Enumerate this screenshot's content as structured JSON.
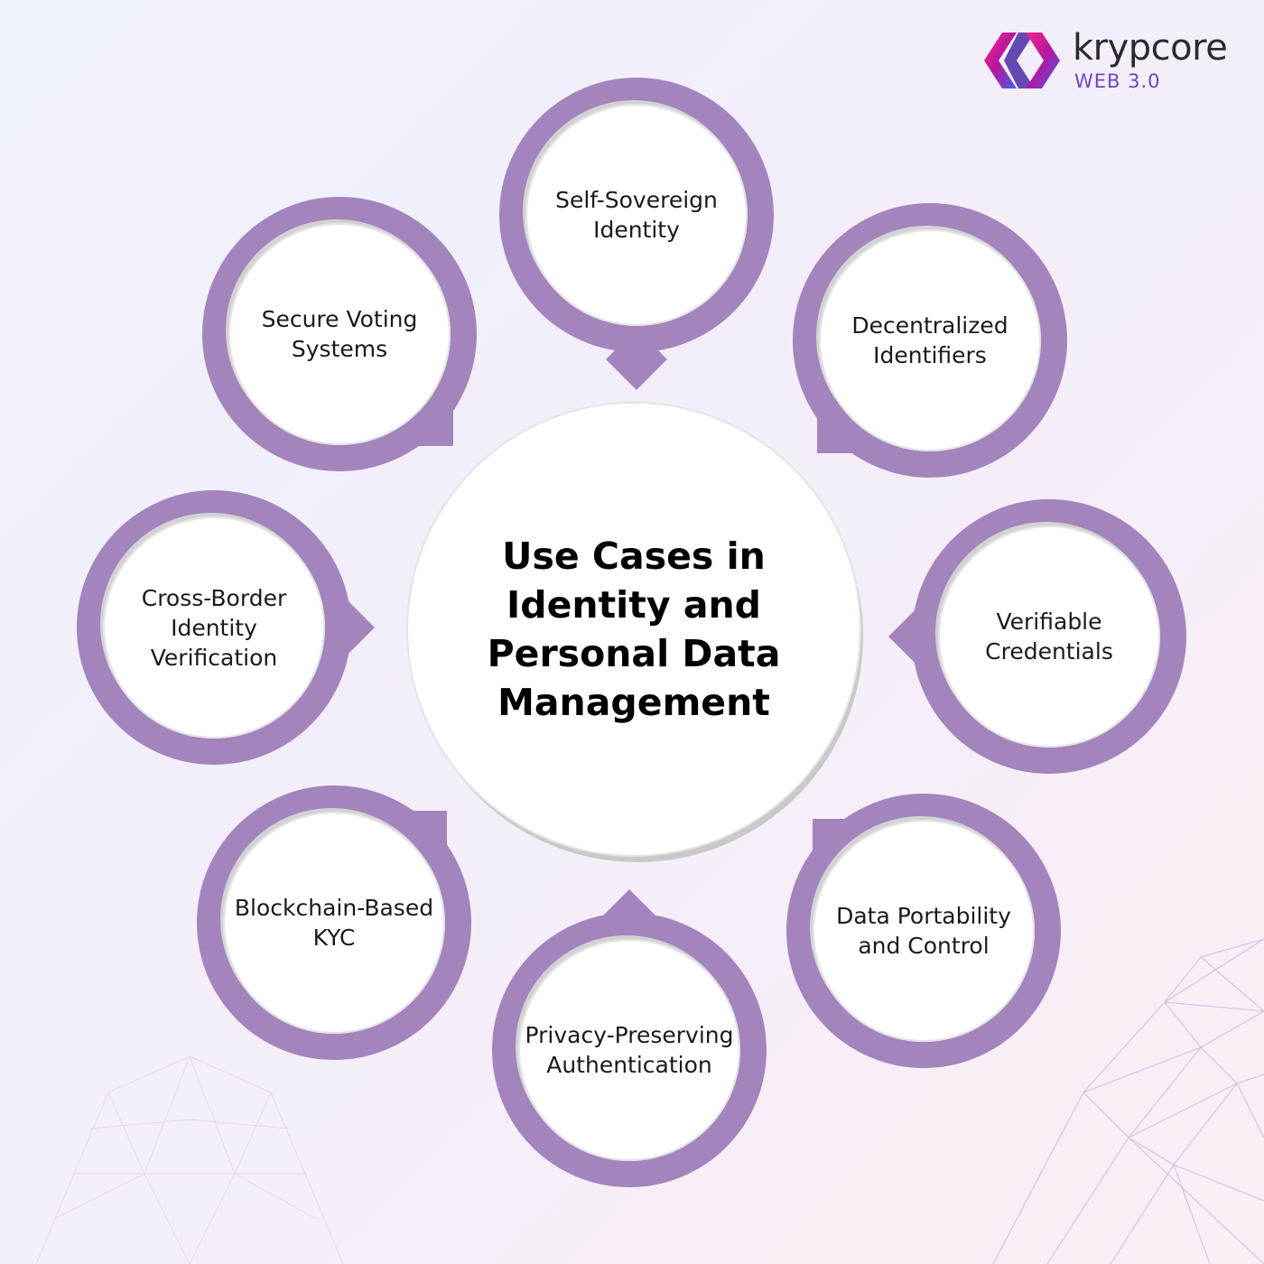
{
  "brand": {
    "name": "krypcore",
    "tagline": "WEB 3.0",
    "colors": {
      "gradient_start": "#f72585",
      "gradient_mid": "#b5179e",
      "gradient_end": "#4361ee"
    }
  },
  "diagram": {
    "center_title": "Use Cases in Identity and Personal Data Management",
    "nodes": [
      {
        "label": "Self-Sovereign Identity"
      },
      {
        "label": "Decentralized Identifiers"
      },
      {
        "label": "Verifiable Credentials"
      },
      {
        "label": "Data Portability and Control"
      },
      {
        "label": "Privacy-Preserving Authentication"
      },
      {
        "label": "Blockchain-Based KYC"
      },
      {
        "label": "Cross-Border Identity Verification"
      },
      {
        "label": "Secure Voting Systems"
      }
    ]
  },
  "colors": {
    "ring": "#a384bd",
    "inner": "#ffffff",
    "title_text": "#000000",
    "label_text": "#1a1a1a"
  }
}
